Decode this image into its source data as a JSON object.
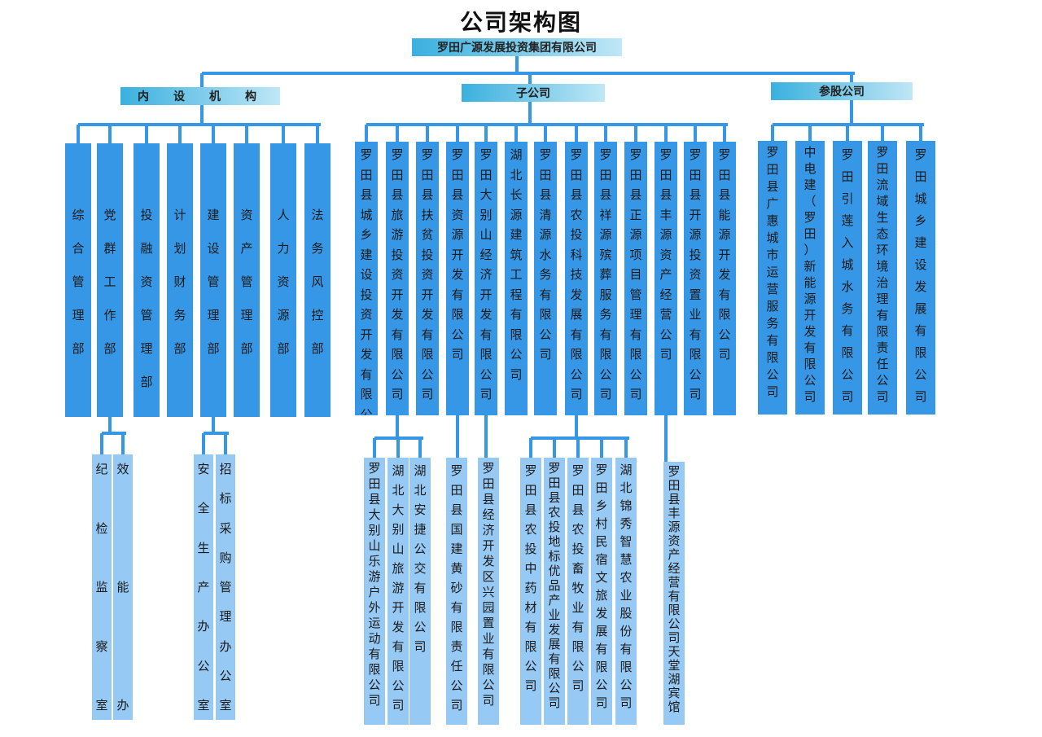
{
  "title": "公司架构图",
  "root": "罗田广源发展投资集团有限公司",
  "categories": [
    {
      "name": "内　设　机　构"
    },
    {
      "name": "子公司"
    },
    {
      "name": "参股公司"
    }
  ],
  "departments": [
    "综合管理部",
    "党群工作部",
    "投融资管理部",
    "计划财务部",
    "建设管理部",
    "资产管理部",
    "人力资源部",
    "法务风控部"
  ],
  "department_units": {
    "党群工作部": [
      "纪检监察室",
      "效能办"
    ],
    "建设管理部": [
      "安全生产办公室",
      "招标采购管理办公室"
    ]
  },
  "subsidiaries": [
    "罗田县城乡建设投资开发有限公司",
    "罗田县旅游投资开发有限公司",
    "罗田县扶贫投资开发有限公司",
    "罗田县资源开发有限公司",
    "罗田大别山经济开发有限公司",
    "湖北长源建筑工程有限公司",
    "罗田县清源水务有限公司",
    "罗田县农投科技发展有限公司",
    "罗田县祥源殡葬服务有限公司",
    "罗田县正源项目管理有限公司",
    "罗田县丰源资产经营公司",
    "罗田县开源投资置业有限公司",
    "罗田县能源开发有限公司"
  ],
  "subsidiary_units": {
    "罗田县旅游投资开发有限公司": [
      "罗田县大别山乐游户外运动有限公司",
      "湖北大别山旅游开发有限公司",
      "湖北安捷公交有限公司"
    ],
    "罗田县资源开发有限公司": [
      "罗田县国建黄砂有限责任公司"
    ],
    "罗田大别山经济开发有限公司": [
      "罗田县经济开发区兴园置业有限公司"
    ],
    "罗田县农投科技发展有限公司": [
      "罗田县农投中药材有限公司",
      "罗田县农投地标优品产业发展有限公司",
      "罗田县农投畜牧业有限公司",
      "罗田乡村民宿文旅发展有限公司",
      "湖北锦秀智慧农业股份有限公司"
    ],
    "罗田县丰源资产经营公司": [
      "罗田县丰源资产经营有限公司天堂湖宾馆"
    ]
  },
  "affiliates": [
    "罗田县广惠城市运营服务有限公司",
    "中电建（罗田）新能源开发有限公司",
    "罗田引莲入城水务有限公司",
    "罗田流域生态环境治理有限责任公司",
    "罗田城乡建设发展有限公司"
  ],
  "colors": {
    "box": "#3597e5",
    "light_box": "#97c9f5",
    "banner_start": "#3ab0df",
    "banner_end": "#bfe7f6",
    "line": "#3597e5"
  }
}
